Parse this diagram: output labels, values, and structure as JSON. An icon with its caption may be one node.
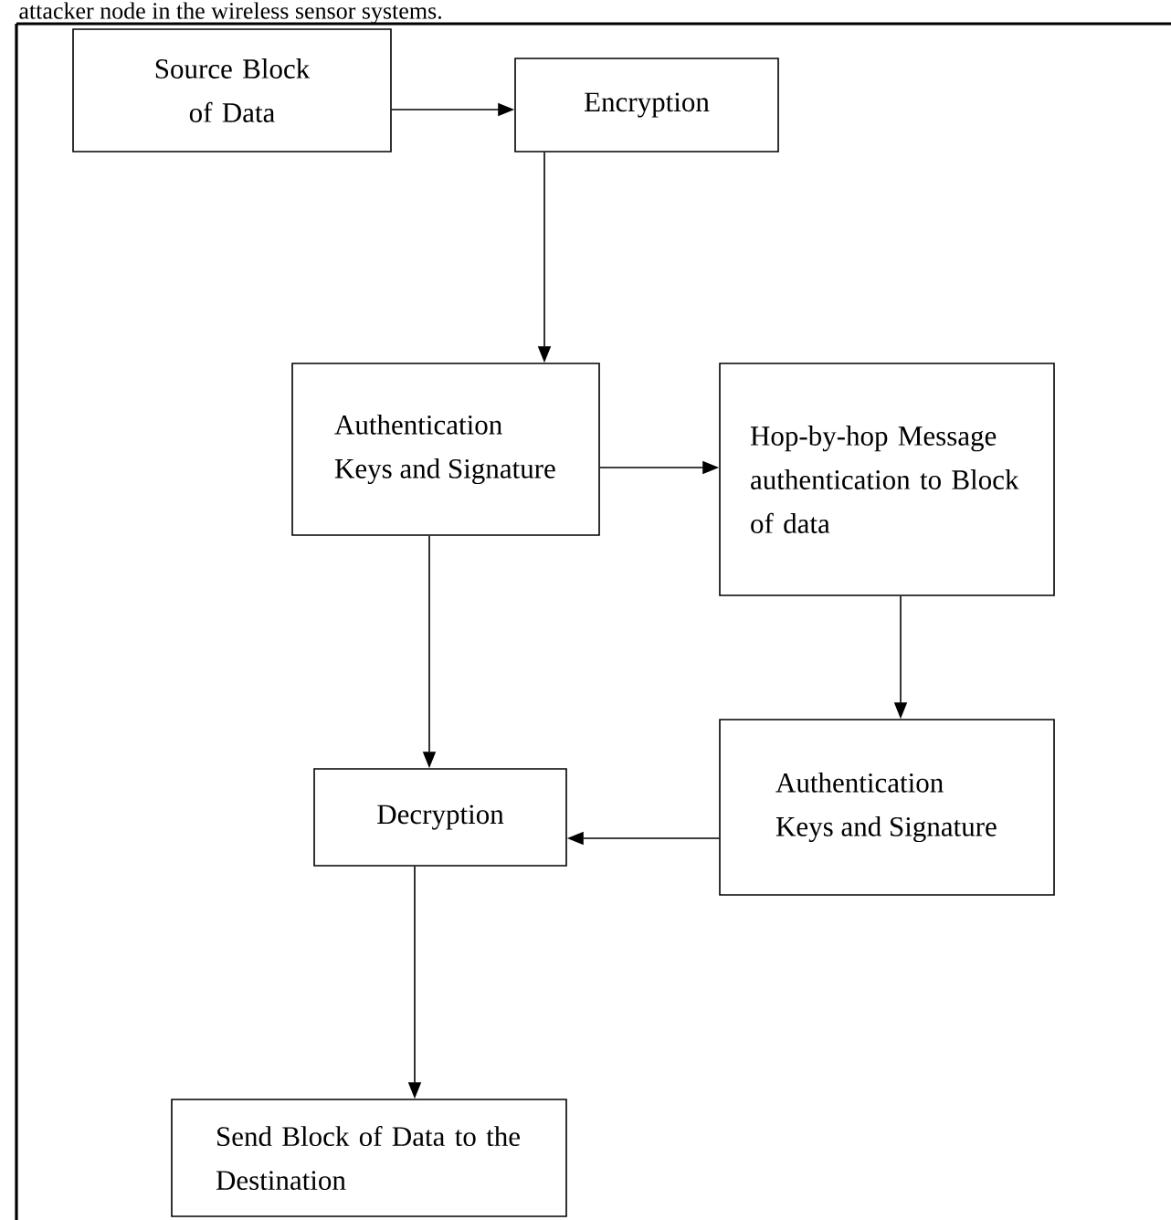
{
  "diagram": {
    "nodes": [
      {
        "text": [
          "Source Block of Data"
        ]
      },
      {
        "text": [
          "Encryption"
        ]
      },
      {
        "text": [
          "Authentication Keys and Signature"
        ]
      },
      {
        "text": [
          "Hop-by-hop Message authentication to Block of data"
        ]
      },
      {
        "text": [
          "Authentication Keys and Signature"
        ]
      },
      {
        "text": [
          "Decryption"
        ]
      },
      {
        "text": [
          "Send Block of Data to the Destination"
        ]
      }
    ],
    "edges": [
      {
        "from": 0,
        "to": 1,
        "arrow": "to"
      },
      {
        "from": 1,
        "to": 2,
        "arrow": "to"
      },
      {
        "from": 2,
        "to": 3,
        "arrow": "to"
      },
      {
        "from": 3,
        "to": 4,
        "arrow": "to"
      },
      {
        "from": 4,
        "to": 5,
        "arrow": "to"
      },
      {
        "from": 2,
        "to": 5,
        "arrow": "to"
      },
      {
        "from": 5,
        "to": 6,
        "arrow": "to"
      }
    ],
    "labels": [
      "attacker node in the wireless sensor systems."
    ]
  }
}
